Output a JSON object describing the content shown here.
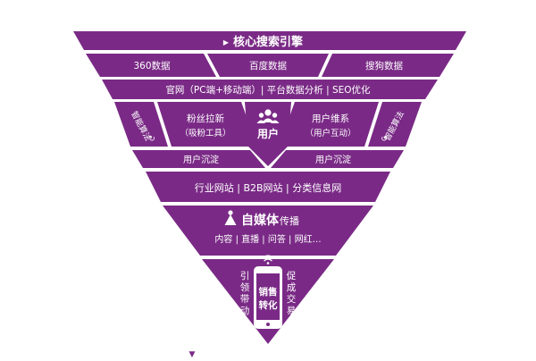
{
  "colors": {
    "purple": "#7a2a86",
    "purple_dark": "#6a1f76",
    "white": "#ffffff",
    "background": "#ffffff"
  },
  "funnel": {
    "title": "核心搜索引擎",
    "engines": [
      "360数据",
      "百度数据",
      "搜狗数据"
    ],
    "channels": "官网（PC端+移动端）| 平台数据分析 | SEO优化",
    "left_vertical": "智能算法",
    "right_vertical": "智能算法",
    "fans_title": "粉丝拉新",
    "fans_sub": "（吸粉工具）",
    "user_label": "用户",
    "users_icon": "users-icon",
    "maintain_title": "用户维系",
    "maintain_sub": "（用户互动）",
    "deposit_left": "用户沉淀",
    "deposit_right": "用户沉淀",
    "industry": "行业网站 | B2B网站 | 分类信息网",
    "media_title": "自媒体",
    "media_suffix": "传播",
    "media_icon": "person-icon",
    "media_items": "内容 | 直播 | 问答 | 网红…",
    "left_side": [
      "引",
      "领",
      "带",
      "动"
    ],
    "right_side": [
      "促",
      "成",
      "交",
      "易"
    ],
    "phone_label": [
      "销售",
      "转化"
    ],
    "phone_icon": "wifi-icon"
  }
}
